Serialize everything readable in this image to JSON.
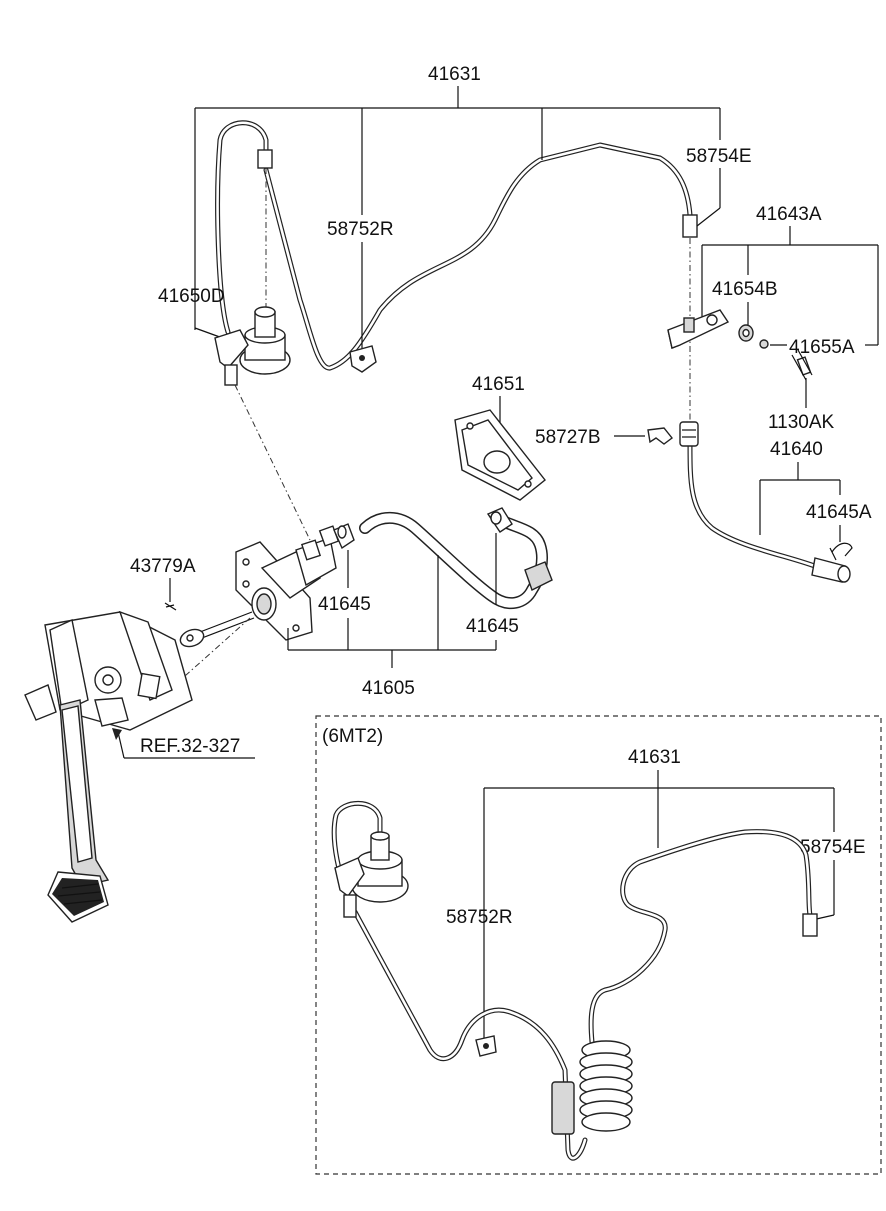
{
  "labels": {
    "p41631_top": "41631",
    "p58754E_top": "58754E",
    "p58752R_top": "58752R",
    "p41650D": "41650D",
    "p41643A": "41643A",
    "p41654B": "41654B",
    "p41655A": "41655A",
    "p41651": "41651",
    "p1130AK": "1130AK",
    "p58727B": "58727B",
    "p41640": "41640",
    "p41645A": "41645A",
    "p43779A": "43779A",
    "p41645_left": "41645",
    "p41645_right": "41645",
    "p41605": "41605",
    "ref": "REF.32-327",
    "variant": "(6MT2)",
    "p41631_bottom": "41631",
    "p58754E_bottom": "58754E",
    "p58752R_bottom": "58752R"
  },
  "icons": [
    "clutch-pedal-icon",
    "master-cylinder-icon",
    "reservoir-icon",
    "hose-icon",
    "clip-icon",
    "bracket-icon",
    "gasket-icon",
    "coil-damper-icon"
  ]
}
